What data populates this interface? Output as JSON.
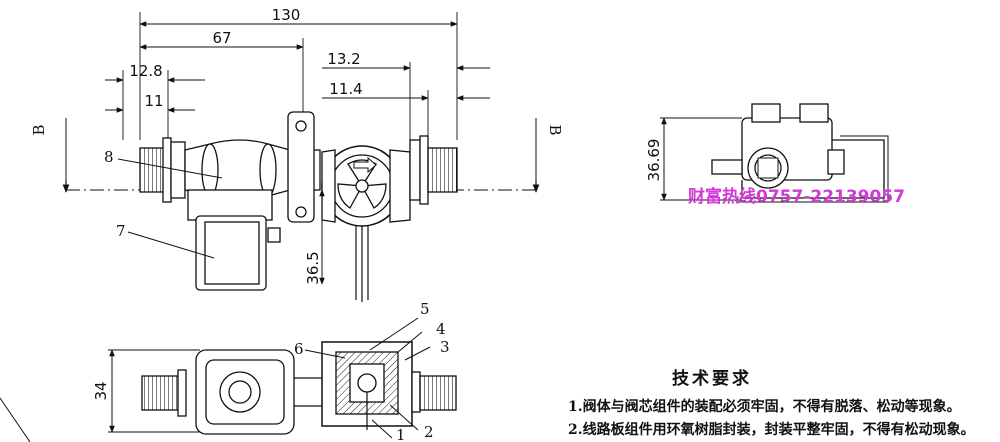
{
  "dimensions": {
    "overall_length": "130",
    "center_to_outlet": "67",
    "thread_12_8": "12.8",
    "thread_11": "11",
    "right_13_2": "13.2",
    "right_11_4": "11.4",
    "height_36_5": "36.5",
    "side_height": "36.69",
    "bottom_width": "34"
  },
  "section_marks": {
    "left": "B",
    "right": "B"
  },
  "part_labels": [
    "1",
    "2",
    "3",
    "4",
    "5",
    "6",
    "7",
    "8"
  ],
  "watermark": "财富热线0757-22139057",
  "notes": {
    "title": "技术要求",
    "items": [
      "1.阀体与阀芯组件的装配必须牢固，不得有脱落、松动等现象。",
      "2.线路板组件用环氧树脂封装，封装平整牢固，不得有松动现象。"
    ]
  }
}
